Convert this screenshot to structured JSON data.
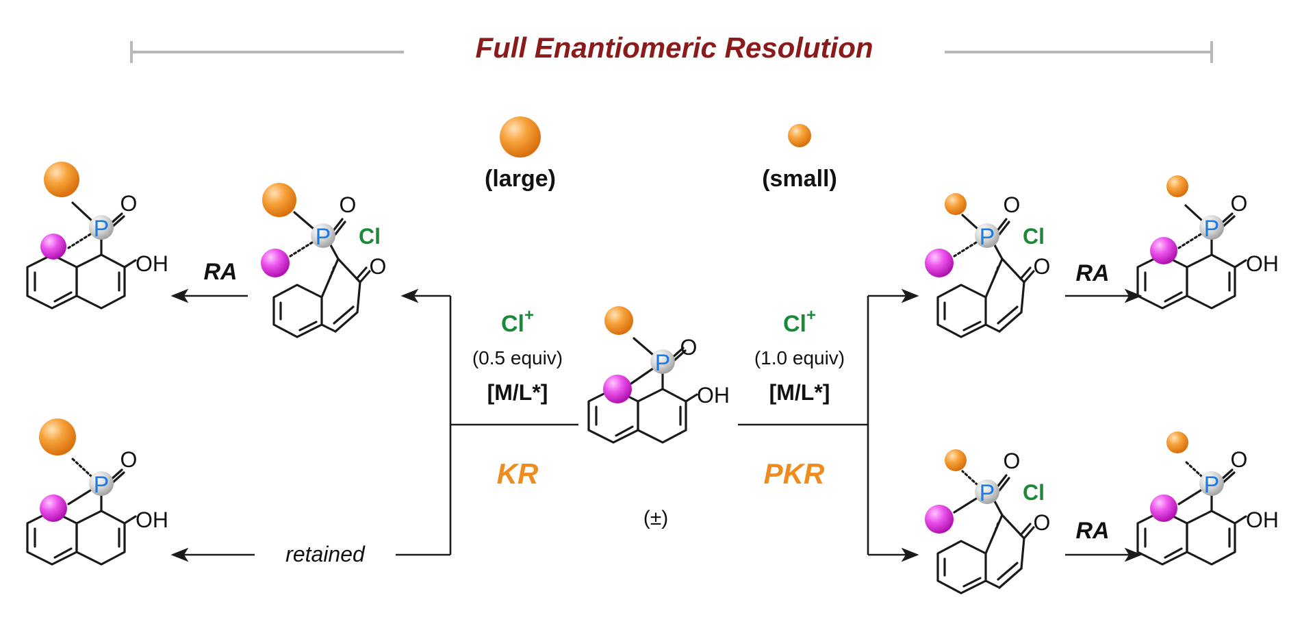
{
  "title": "Full Enantiomeric Resolution",
  "legend": {
    "large_label": "(large)",
    "small_label": "(small)"
  },
  "atoms": {
    "phosphorus": "P",
    "oxygen": "O",
    "hydroxyl": "OH",
    "chlorine": "Cl"
  },
  "center": {
    "racemic_label": "(±)"
  },
  "left_branch": {
    "reagent": "Cl",
    "reagent_charge": "+",
    "equiv": "(0.5 equiv)",
    "catalyst": "[M/L*]",
    "method": "KR",
    "step_upper": "RA",
    "step_lower": "retained"
  },
  "right_branch": {
    "reagent": "Cl",
    "reagent_charge": "+",
    "equiv": "(1.0 equiv)",
    "catalyst": "[M/L*]",
    "method": "PKR",
    "step_upper": "RA",
    "step_lower": "RA"
  },
  "colors": {
    "title": "#8b1a1a",
    "method": "#f08c1e",
    "phosphorus": "#1e7be0",
    "chlorine": "#1a8a3a",
    "large_sphere": "#f5961e",
    "small_sphere": "#f5961e",
    "magenta_sphere": "#e030e0"
  }
}
